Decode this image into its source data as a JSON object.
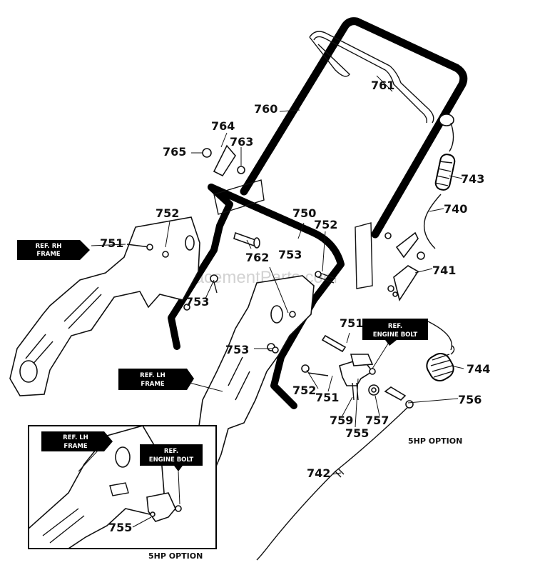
{
  "watermark": "eReplacementParts.com",
  "callouts": {
    "p761": "761",
    "p760": "760",
    "p764": "764",
    "p765": "765",
    "p763a": "763",
    "p743": "743",
    "p740": "740",
    "p752a": "752",
    "p750": "750",
    "p752b": "752",
    "p751a": "751",
    "p762": "762",
    "p753a": "753",
    "p753b": "753",
    "p741": "741",
    "p751b": "751",
    "p753c": "753",
    "p744": "744",
    "p752c": "752",
    "p751c": "751",
    "p756": "756",
    "p759": "759",
    "p757": "757",
    "p755a": "755",
    "p742": "742",
    "p755b": "755"
  },
  "tags": {
    "rh_frame": [
      "REF. RH",
      "FRAME"
    ],
    "lh_frame": [
      "REF. LH",
      "FRAME"
    ],
    "engine_bolt": [
      "REF.",
      "ENGINE BOLT"
    ],
    "inset_lh_frame": [
      "REF. LH",
      "FRAME"
    ],
    "inset_engine_bolt": [
      "REF.",
      "ENGINE BOLT"
    ]
  },
  "captions": {
    "option_main": "5HP OPTION",
    "option_inset": "5HP OPTION"
  }
}
